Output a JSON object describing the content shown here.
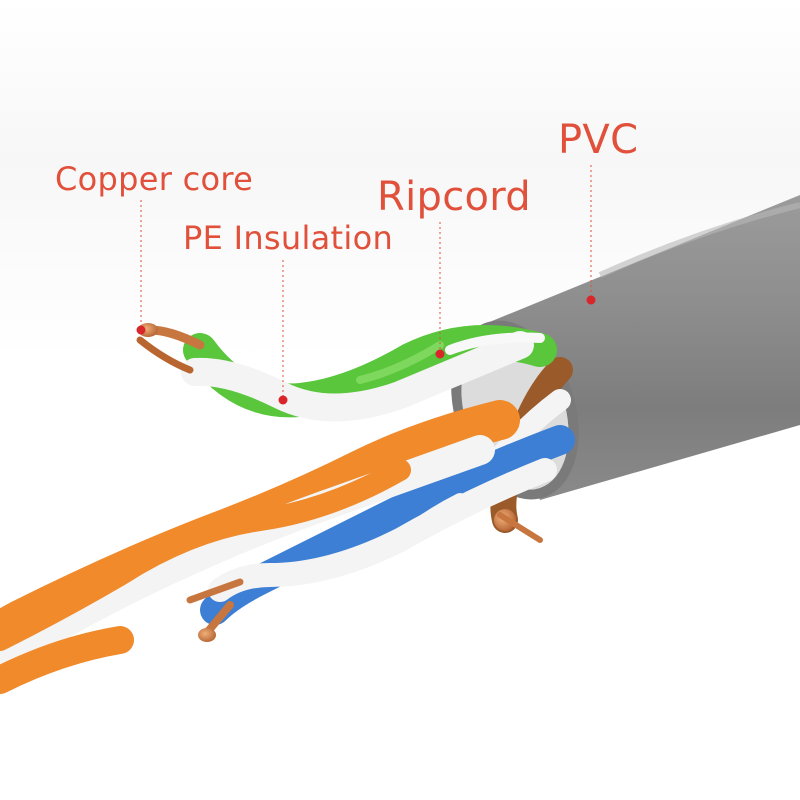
{
  "labels": {
    "copper_core": "Copper core",
    "pe_insulation": "PE Insulation",
    "ripcord": "Ripcord",
    "pvc": "PVC"
  },
  "colors": {
    "label_text": "#e0503a",
    "marker_dot": "#d8262b",
    "pvc_jacket": "#8d8d8d",
    "copper": "#c8763f",
    "green_pair": "#59c63c",
    "orange_pair": "#f08a2a",
    "blue_pair": "#3d7fd4",
    "brown_pair": "#9a5a2a",
    "white_insulation": "#f4f4f4"
  }
}
